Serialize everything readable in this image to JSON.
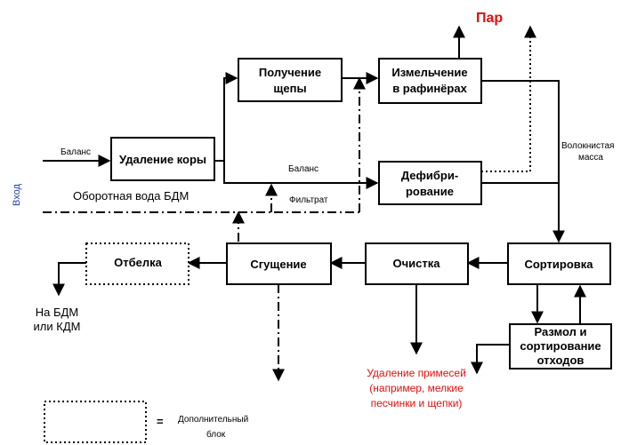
{
  "boxes": {
    "debarking": "Удаление коры",
    "chips_1": "Получение",
    "chips_2": "щепы",
    "refining_1": "Измельчение",
    "refining_2": "в рафинёрах",
    "grinding_1": "Дефиб­ри-",
    "grinding_2": "рование",
    "screening": "Сортировка",
    "cleaning": "Очистка",
    "thickening": "Сгущение",
    "bleaching": "Отбелка",
    "rejects_1": "Размол и",
    "rejects_2": "сортирование",
    "rejects_3": "отходов"
  },
  "labels": {
    "input": "Вход",
    "balance_in": "Баланс",
    "balance_mid": "Баланс",
    "steam": "Пар",
    "fiber_1": "Волокнистая",
    "fiber_2": "масса",
    "white_water": "Оборотная вода БДМ",
    "filtrate": "Фильтрат",
    "to_pm_1": "На БДМ",
    "to_pm_2": "или КДМ",
    "removal_1": "Удаление примесей",
    "removal_2": "(например, мелкие",
    "removal_3": "песчинки и щепки)"
  },
  "legend": {
    "equals": "=",
    "text_1": "Дополнительный",
    "text_2": "блок"
  },
  "colors": {
    "line": "#000000",
    "red_text": "#e01010",
    "blue_text": "#1f3fb0"
  }
}
